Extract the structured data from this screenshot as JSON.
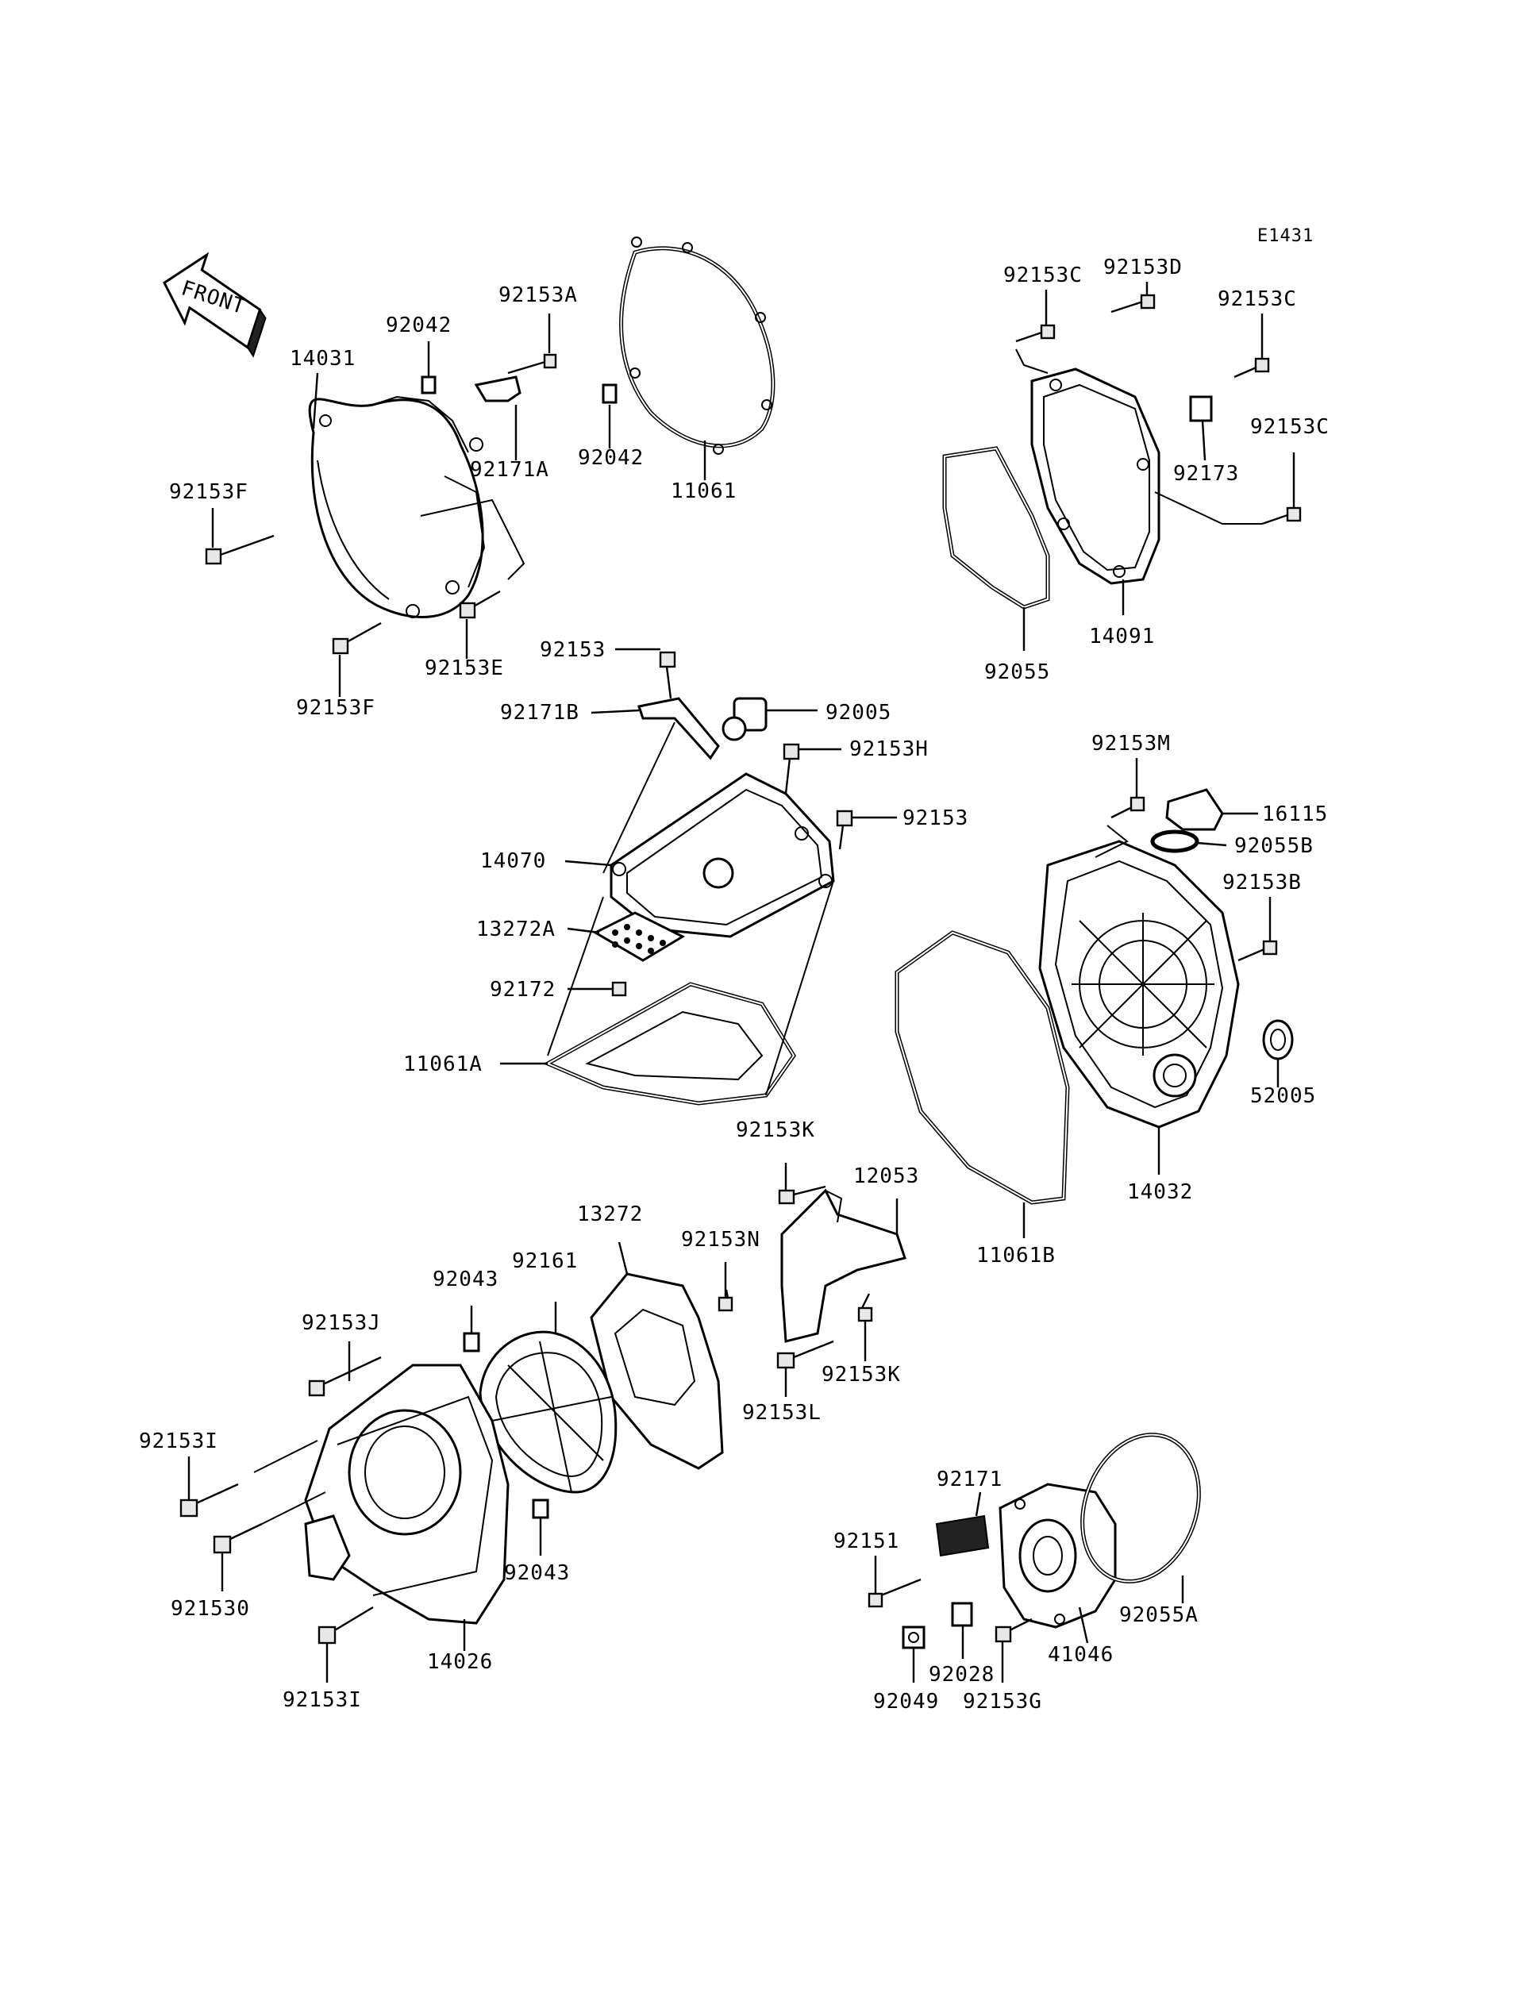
{
  "diagram_code": "E1431",
  "front_label": "FRONT",
  "labels": {
    "p92153A": "92153A",
    "p92042_a": "92042",
    "p14031": "14031",
    "p92171A": "92171A",
    "p92153F_a": "92153F",
    "p92153F_b": "92153F",
    "p92153E": "92153E",
    "p92042_b": "92042",
    "p11061": "11061",
    "p92153C_a": "92153C",
    "p92153D": "92153D",
    "p92153C_b": "92153C",
    "p92153C_c": "92153C",
    "p92173": "92173",
    "p14091": "14091",
    "p92055": "92055",
    "p92153_a": "92153",
    "p92171B": "92171B",
    "p92005": "92005",
    "p92153H": "92153H",
    "p92153_b": "92153",
    "p14070": "14070",
    "p13272A": "13272A",
    "p92172": "92172",
    "p11061A": "11061A",
    "p92153M": "92153M",
    "p16115": "16115",
    "p92055B": "92055B",
    "p92153B": "92153B",
    "p52005": "52005",
    "p14032": "14032",
    "p11061B": "11061B",
    "p92153K_a": "92153K",
    "p12053": "12053",
    "p92153K_b": "92153K",
    "p92153L": "92153L",
    "p92153N": "92153N",
    "p13272": "13272",
    "p92161": "92161",
    "p92043_a": "92043",
    "p92043_b": "92043",
    "p92153J": "92153J",
    "p92153I_a": "92153I",
    "p921530": "921530",
    "p92153I_b": "92153I",
    "p14026": "14026",
    "p92171": "92171",
    "p92151": "92151",
    "p92055A": "92055A",
    "p41046": "41046",
    "p92028": "92028",
    "p92049": "92049",
    "p92153G": "92153G"
  }
}
